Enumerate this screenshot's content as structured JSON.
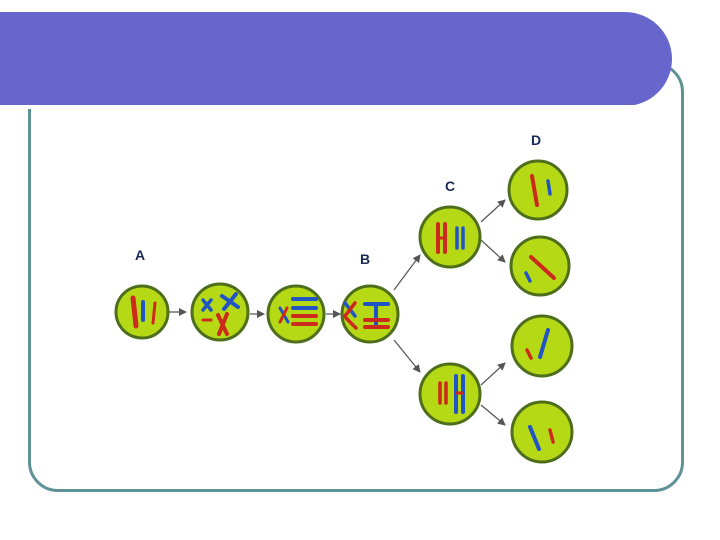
{
  "slide": {
    "title": "",
    "banner_color": "#6666cc",
    "frame_color": "#5f9296"
  },
  "diagram": {
    "stage_labels": {
      "a": "A",
      "b": "B",
      "c": "C",
      "d": "D"
    },
    "colors": {
      "cell_fill": "#b6d916",
      "cell_border": "#4e6e1c",
      "chromosome_red": "#cc2a1a",
      "chromosome_blue": "#2255c4",
      "arrow": "#555555"
    },
    "cells": [
      {
        "id": "cell-a-prophase",
        "stage": "A"
      },
      {
        "id": "cell-prophase-2",
        "stage": ""
      },
      {
        "id": "cell-metaphase",
        "stage": ""
      },
      {
        "id": "cell-b",
        "stage": "B"
      },
      {
        "id": "cell-c-top",
        "stage": "C"
      },
      {
        "id": "cell-c-bottom",
        "stage": "C"
      },
      {
        "id": "cell-d-1",
        "stage": "D"
      },
      {
        "id": "cell-d-2",
        "stage": "D"
      },
      {
        "id": "cell-d-3",
        "stage": "D"
      },
      {
        "id": "cell-d-4",
        "stage": "D"
      }
    ]
  }
}
